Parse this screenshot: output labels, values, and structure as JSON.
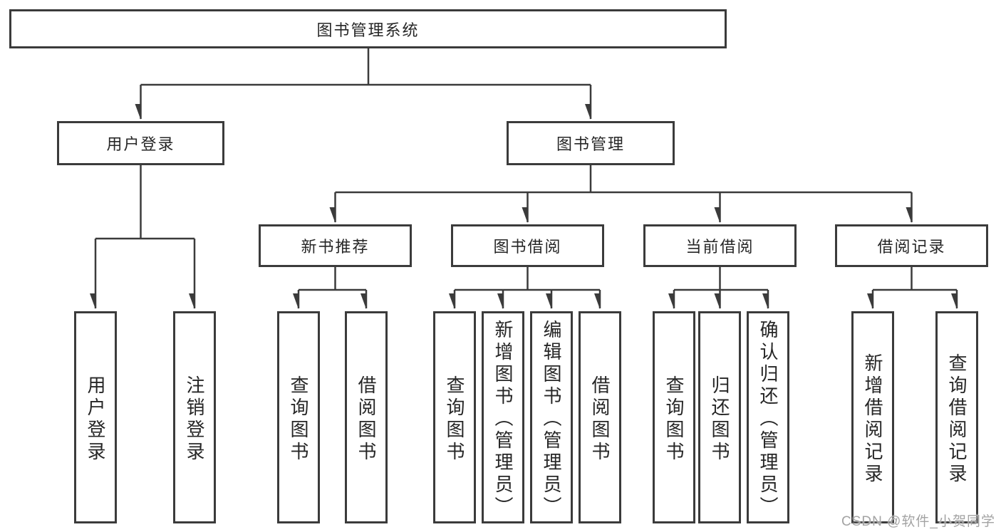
{
  "tree": {
    "label": "图书管理系统",
    "children": [
      {
        "label": "用户登录",
        "children": [
          {
            "label": "用户登录"
          },
          {
            "label": "注销登录"
          }
        ]
      },
      {
        "label": "图书管理",
        "children": [
          {
            "label": "新书推荐",
            "children": [
              {
                "label": "查询图书"
              },
              {
                "label": "借阅图书"
              }
            ]
          },
          {
            "label": "图书借阅",
            "children": [
              {
                "label": "查询图书"
              },
              {
                "label": "新增图书（管理员）"
              },
              {
                "label": "编辑图书（管理员）"
              },
              {
                "label": "借阅图书"
              }
            ]
          },
          {
            "label": "当前借阅",
            "children": [
              {
                "label": "查询图书"
              },
              {
                "label": "归还图书"
              },
              {
                "label": "确认归还（管理员）"
              }
            ]
          },
          {
            "label": "借阅记录",
            "children": [
              {
                "label": "新增借阅记录"
              },
              {
                "label": "查询借阅记录"
              }
            ]
          }
        ]
      }
    ]
  },
  "watermark": {
    "text": "CSDN @软件_小贺同学"
  },
  "colors": {
    "line": "#3b3b3b",
    "text": "#262626",
    "background": "#ffffff",
    "watermark": "#a3a3a3"
  }
}
